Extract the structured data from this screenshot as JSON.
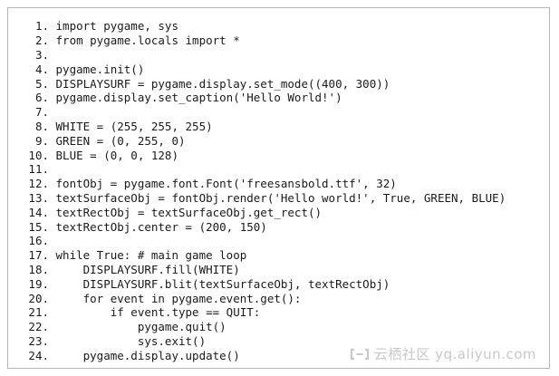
{
  "code": {
    "lines": [
      {
        "num": "1.",
        "text": " import pygame, sys"
      },
      {
        "num": "2.",
        "text": " from pygame.locals import *"
      },
      {
        "num": "3.",
        "text": ""
      },
      {
        "num": "4.",
        "text": " pygame.init()"
      },
      {
        "num": "5.",
        "text": " DISPLAYSURF = pygame.display.set_mode((400, 300))"
      },
      {
        "num": "6.",
        "text": " pygame.display.set_caption('Hello World!')"
      },
      {
        "num": "7.",
        "text": ""
      },
      {
        "num": "8.",
        "text": " WHITE = (255, 255, 255)"
      },
      {
        "num": "9.",
        "text": " GREEN = (0, 255, 0)"
      },
      {
        "num": "10.",
        "text": " BLUE = (0, 0, 128)"
      },
      {
        "num": "11.",
        "text": ""
      },
      {
        "num": "12.",
        "text": " fontObj = pygame.font.Font('freesansbold.ttf', 32)"
      },
      {
        "num": "13.",
        "text": " textSurfaceObj = fontObj.render('Hello world!', True, GREEN, BLUE)"
      },
      {
        "num": "14.",
        "text": " textRectObj = textSurfaceObj.get_rect()"
      },
      {
        "num": "15.",
        "text": " textRectObj.center = (200, 150)"
      },
      {
        "num": "16.",
        "text": ""
      },
      {
        "num": "17.",
        "text": " while True: # main game loop"
      },
      {
        "num": "18.",
        "text": "     DISPLAYSURF.fill(WHITE)"
      },
      {
        "num": "19.",
        "text": "     DISPLAYSURF.blit(textSurfaceObj, textRectObj)"
      },
      {
        "num": "20.",
        "text": "     for event in pygame.event.get():"
      },
      {
        "num": "21.",
        "text": "         if event.type == QUIT:"
      },
      {
        "num": "22.",
        "text": "             pygame.quit()"
      },
      {
        "num": "23.",
        "text": "             sys.exit()"
      },
      {
        "num": "24.",
        "text": "     pygame.display.update()"
      }
    ]
  },
  "watermark": {
    "text": "云栖社区 yq.aliyun.com",
    "icon": "aliyun-logo-icon"
  }
}
